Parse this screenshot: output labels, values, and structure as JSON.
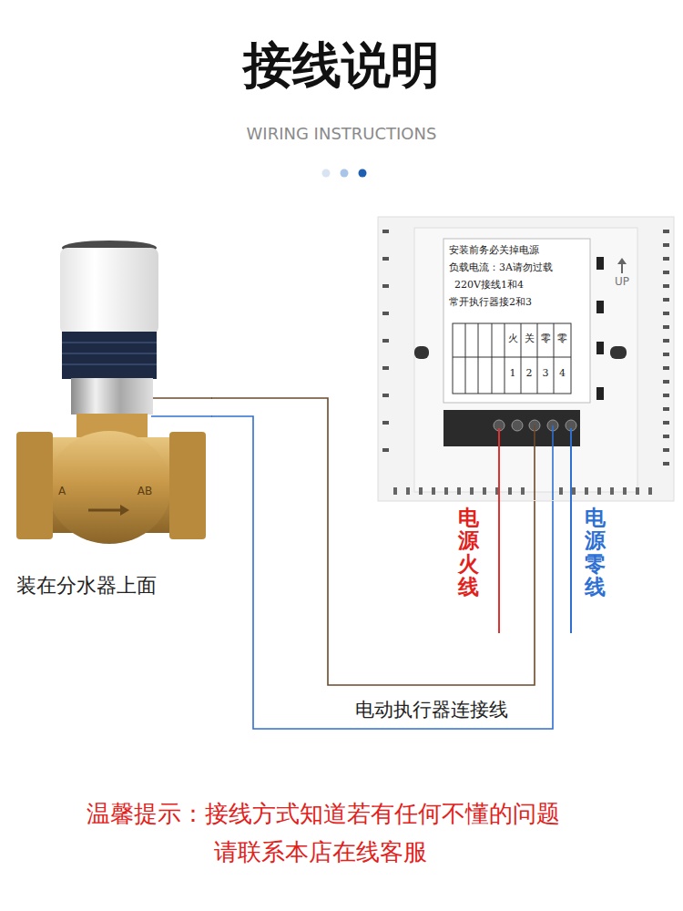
{
  "diagram": {
    "title": "接线说明",
    "nodes": [
      {
        "text": [
          "装在分水器上面"
        ]
      },
      {
        "text": [
          "安装前务必关掉电源",
          "负载电流：3A请勿过载",
          "220V接线1和4",
          "常开执行器接2和3"
        ]
      }
    ],
    "edges": [
      {
        "from": 0,
        "to": 1,
        "arrow": "none",
        "label": "电动执行器连接线"
      },
      {
        "from": 0,
        "to": 1,
        "arrow": "none"
      }
    ],
    "labels": [
      "WIRING INSTRUCTIONS",
      "A",
      "AB",
      "UP",
      "火",
      "关",
      "零",
      "零",
      "1",
      "2",
      "3",
      "4",
      "电源火线",
      "电源零线",
      "温馨提示：接线方式知道若有任何不懂的问题",
      "请联系本店在线客服"
    ]
  }
}
